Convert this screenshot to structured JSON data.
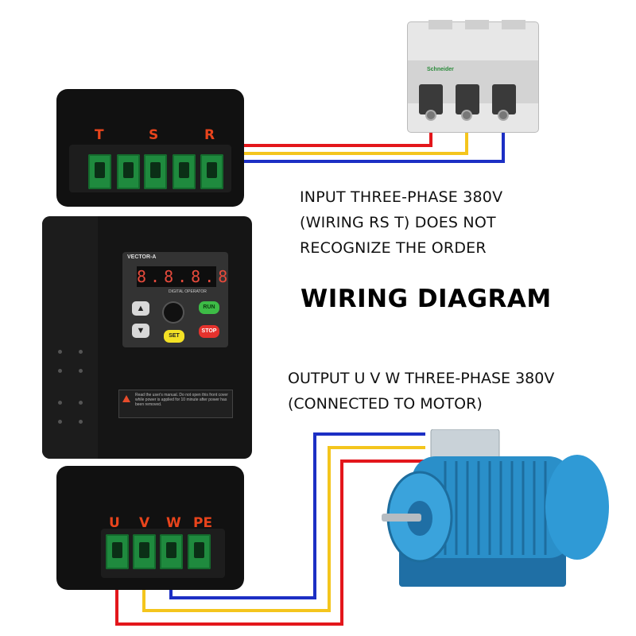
{
  "input_note": {
    "line1": "INPUT THREE-PHASE 380V",
    "line2": "(WIRING RS T) DOES NOT",
    "line3": "RECOGNIZE THE ORDER"
  },
  "title": "WIRING DIAGRAM",
  "output_note": {
    "line1": "OUTPUT U V W THREE-PHASE 380V",
    "line2": "(CONNECTED TO MOTOR)"
  },
  "input_terminals": [
    "T",
    "S",
    "R"
  ],
  "output_terminals": [
    "U",
    "V",
    "W",
    "PE"
  ],
  "inverter": {
    "model": "VECTOR-A",
    "display": "8.8.8.8",
    "display_label": "DIGITAL OPERATOR",
    "run_label": "RUN",
    "stop_label": "STOP",
    "set_label": "SET",
    "warning_text": "Read the user's manual. Do not open this front cover while power is applied for 10 minute after power has been removed."
  },
  "breaker": {
    "brand": "Schneider"
  },
  "colors": {
    "wire_red": "#e3161b",
    "wire_yellow": "#f4c51d",
    "wire_blue": "#1c2fc4",
    "terminal_green": "#1f8a3e",
    "motor_blue": "#2a8fc9",
    "label_orange": "#e8441c"
  },
  "icons": {
    "up": "triangle-up-icon",
    "down": "triangle-down-icon",
    "warning": "warning-triangle-icon"
  }
}
